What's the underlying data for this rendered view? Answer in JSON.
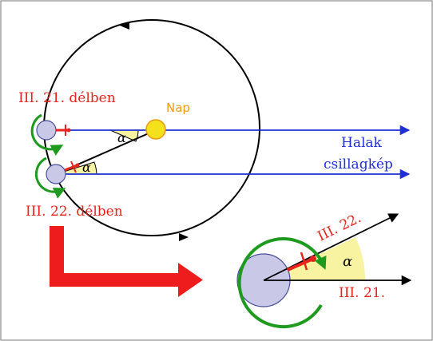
{
  "labels": {
    "date_noon_1": "III. 21. délben",
    "date_noon_2": "III. 22. délben",
    "sun": "Nap",
    "constellation_line1": "Halak",
    "constellation_line2": "csillagkép",
    "alpha": "α",
    "detail_date_1": "III. 22.",
    "detail_date_2": "III. 21."
  },
  "colors": {
    "orbit": "#000000",
    "star_direction": "#1f2fd6",
    "sun": "#f5e11b",
    "earth": "#c9c8e6",
    "rotation_arrow": "#1e9b1e",
    "observer": "#e8231b",
    "angle_fill": "#f7f3a0",
    "transition_arrow": "#ee1c1c",
    "frame": "#888888"
  },
  "icons": {
    "sun": "sun-icon",
    "earth": "earth-icon",
    "rotation": "rotation-arrow-icon",
    "observer": "observer-marker-icon"
  }
}
